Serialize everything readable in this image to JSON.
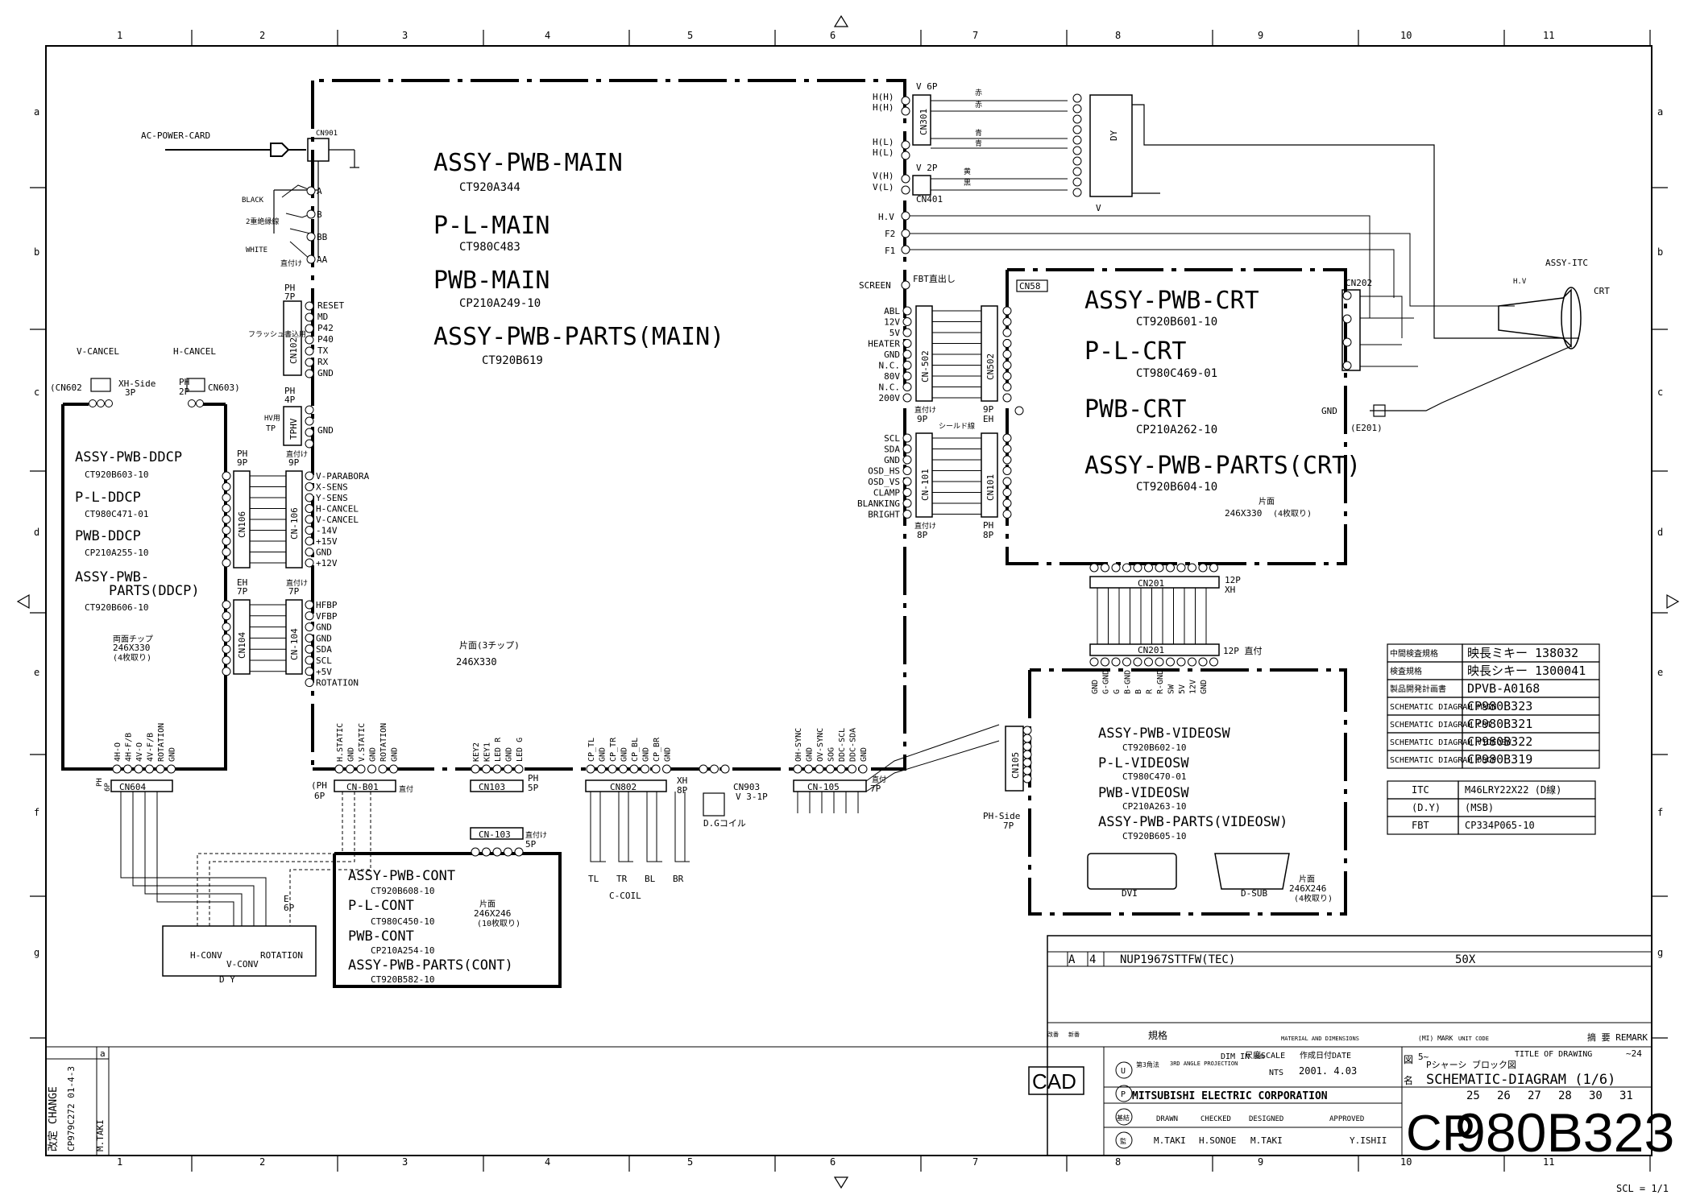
{
  "grid": {
    "cols": [
      "1",
      "2",
      "3",
      "4",
      "5",
      "6",
      "7",
      "8",
      "9",
      "10",
      "11"
    ],
    "rows": [
      "a",
      "b",
      "c",
      "d",
      "e",
      "f",
      "g"
    ]
  },
  "main": {
    "titles": [
      "ASSY-PWB-MAIN",
      "P-L-MAIN",
      "PWB-MAIN",
      "ASSY-PWB-PARTS(MAIN)"
    ],
    "codes": [
      "CT920A344",
      "CT980C483",
      "CP210A249-10",
      "CT920B619"
    ],
    "note": "片面(3チップ)",
    "size": "246X330"
  },
  "power": {
    "ac_label": "AC-POWER-CARD",
    "cn901": "CN901",
    "pins": [
      "A",
      "B",
      "BB",
      "AA"
    ],
    "black": "BLACK",
    "insulation": "2重絶縁線",
    "white": "WHITE",
    "direct": "直付け"
  },
  "cn102": {
    "hdr1": "PH",
    "hdr2": "7P",
    "name": "CN102",
    "flash": "フラッシュ書込用",
    "signals": [
      "RESET",
      "MD",
      "P42",
      "P40",
      "TX",
      "RX",
      "GND"
    ]
  },
  "tphv": {
    "hdr1": "PH",
    "hdr2": "4P",
    "name": "TPHV",
    "side1": "HV用",
    "side2": "TP",
    "signals": [
      "GND"
    ]
  },
  "ddcp": {
    "vcancel": "V-CANCEL",
    "hcancel": "H-CANCEL",
    "cn602": "(CN602",
    "xh_side": "XH-Side",
    "p3": "3P",
    "ph": "PH",
    "p2": "2P",
    "cn603": "CN603)",
    "titles": [
      "ASSY-PWB-DDCP",
      "P-L-DDCP",
      "PWB-DDCP",
      "ASSY-PWB-",
      "PARTS(DDCP)"
    ],
    "codes": [
      "CT920B603-10",
      "CT980C471-01",
      "CP210A255-10",
      "CT920B606-10"
    ],
    "note1": "両面チップ",
    "size": "246X330",
    "note2": "(4枚取り)"
  },
  "cn106": {
    "hdrL1": "PH",
    "hdrL2": "9P",
    "hdrR1": "直付け",
    "hdrR2": "9P",
    "left": "CN106",
    "right": "CN-106",
    "signals": [
      "V-PARABORA",
      "X-SENS",
      "Y-SENS",
      "H-CANCEL",
      "V-CANCEL",
      "-14V",
      "+15V",
      "GND",
      "+12V"
    ]
  },
  "cn104": {
    "hdrL1": "EH",
    "hdrL2": "7P",
    "hdrR1": "直付け",
    "hdrR2": "7P",
    "left": "CN104",
    "right": "CN-104",
    "signals": [
      "HFBP",
      "VFBP",
      "GND",
      "GND",
      "SDA",
      "SCL",
      "+5V",
      "ROTATION"
    ]
  },
  "cn604": {
    "name": "CN604",
    "side1": "PH",
    "side2": "6P",
    "signals": [
      "4H-O",
      "4H-F/B",
      "4V-O",
      "4V-F/B",
      "ROTATION",
      "GND"
    ]
  },
  "cnb01": {
    "name": "CN-B01",
    "side1": "(PH",
    "side2": "6P",
    "side3": "直付",
    "signals": [
      "H.STATIC",
      "GND",
      "V.STATIC",
      "GND",
      "ROTATION",
      "GND"
    ]
  },
  "cn103": {
    "name": "CN103",
    "name2": "CN-103",
    "side1": "PH",
    "side2": "5P",
    "side3": "直付け",
    "side4": "5P",
    "signals": [
      "KEY2",
      "KEY1",
      "LED R",
      "GND",
      "LED G"
    ]
  },
  "cn802": {
    "name": "CN802",
    "side1": "XH",
    "side2": "8P",
    "signals": [
      "CP_TL",
      "GND",
      "CP_TR",
      "GND",
      "CP_BL",
      "GND",
      "CP_BR",
      "GND"
    ],
    "coils": [
      "TL",
      "TR",
      "BL",
      "BR"
    ],
    "title": "C-COIL"
  },
  "cn903": {
    "name": "CN903",
    "type": "V 3-1P",
    "coil": "D.Gコイル"
  },
  "cn105m": {
    "name": "CN-105",
    "side1": "直付",
    "side2": "7P",
    "signals": [
      "OH-SYNC",
      "GND",
      "OV-SYNC",
      "SOG",
      "DDC-SCL",
      "DDC-SDA",
      "GND"
    ]
  },
  "dy": {
    "hconv": "H-CONV",
    "vconv": "V-CONV",
    "rotation": "ROTATION",
    "label": "D  Y",
    "e": "E",
    "p": "6P"
  },
  "cont": {
    "titles": [
      "ASSY-PWB-CONT",
      "P-L-CONT",
      "PWB-CONT",
      "ASSY-PWB-PARTS(CONT)"
    ],
    "codes": [
      "CT920B608-10",
      "CT980C450-10",
      "CP210A254-10",
      "CT920B582-10"
    ],
    "note": "片面",
    "size": "246X246",
    "note2": "(10枚取り)"
  },
  "deflection": {
    "cn301_hdr": "V  6P",
    "cn301": "CN301",
    "h_pins": [
      "H(H)",
      "H(H)",
      "H(L)",
      "H(L)"
    ],
    "cn401_hdr": "V  2P",
    "cn401": "CN401",
    "v_pins": [
      "V(H)",
      "V(L)"
    ],
    "wire_colors": [
      "赤",
      "赤",
      "青",
      "青",
      "黄",
      "黒"
    ],
    "dy": "DY",
    "v": "V",
    "hv": "H.V",
    "f2": "F2",
    "f1": "F1"
  },
  "crt": {
    "screen": "SCREEN",
    "fbt": "FBT直出し",
    "cn58": "CN58",
    "titles": [
      "ASSY-PWB-CRT",
      "P-L-CRT",
      "PWB-CRT",
      "ASSY-PWB-PARTS(CRT)"
    ],
    "codes": [
      "CT920B601-10",
      "CT980C469-01",
      "CP210A262-10",
      "CT920B604-10"
    ],
    "note": "片面",
    "size": "246X330",
    "note2": "(4枚取り)",
    "cn202": "CN202",
    "gnd": "GND",
    "e201": "(E201)",
    "assy_itc": "ASSY-ITC",
    "hv": "H.V",
    "crt": "CRT"
  },
  "cn502": {
    "left": "CN-502",
    "right": "CN502",
    "lhdr1": "直付け",
    "lhdr2": "9P",
    "rhdr1": "9P",
    "rhdr2": "EH",
    "signals": [
      "ABL",
      "12V",
      "5V",
      "HEATER",
      "GND",
      "N.C.",
      "80V",
      "N.C.",
      "200V"
    ]
  },
  "cn101": {
    "left": "CN-101",
    "right": "CN101",
    "lhdr1": "直付け",
    "lhdr2": "8P",
    "rhdr1": "PH",
    "rhdr2": "8P",
    "shield": "シールド線",
    "signals": [
      "SCL",
      "SDA",
      "GND",
      "OSD_HS",
      "OSD_VS",
      "CLAMP",
      "BLANKING",
      "BRIGHT"
    ]
  },
  "cn201": {
    "name": "CN201",
    "hdr1": "12P",
    "hdr2": "XH",
    "hdr3": "12P 直付",
    "signals": [
      "GND",
      "G-GND",
      "G",
      "B-GND",
      "B",
      "R",
      "R-GND",
      "SW",
      "5V",
      "12V",
      "GND"
    ]
  },
  "videosw": {
    "cn105": "CN105",
    "side1": "PH-Side",
    "side2": "7P",
    "titles": [
      "ASSY-PWB-VIDEOSW",
      "P-L-VIDEOSW",
      "PWB-VIDEOSW",
      "ASSY-PWB-PARTS(VIDEOSW)"
    ],
    "codes": [
      "CT920B602-10",
      "CT980C470-01",
      "CP210A263-10",
      "CT920B605-10"
    ],
    "note": "片面",
    "size": "246X246",
    "note2": "(4枚取り)",
    "dvi": "DVI",
    "dsub": "D-SUB"
  },
  "spec_table": {
    "rows": [
      [
        "中間検査規格",
        "映長ミキー 138032"
      ],
      [
        "検査規格",
        "映長シキー 1300041"
      ],
      [
        "製品開発計画書",
        "DPVB-A0168"
      ],
      [
        "SCHEMATIC DIAGRAM MAIN",
        "CP980B323"
      ],
      [
        "SCHEMATIC DIAGRAM CRT",
        "CP980B321"
      ],
      [
        "SCHEMATIC DIAGRAM VIDEOSW",
        "CP980B322"
      ],
      [
        "SCHEMATIC DIAGRAM DDCP",
        "CP980B319"
      ]
    ]
  },
  "parts_table": {
    "rows": [
      [
        "ITC",
        "M46LRY22X22 (D線)"
      ],
      [
        "(D.Y)",
        "(MSB)"
      ],
      [
        "FBT",
        "CP334P065-10"
      ]
    ]
  },
  "title_block": {
    "rev_a": "A",
    "rev_4": "4",
    "model": "NUP1967STTFW(TEC)",
    "qty": "50X",
    "hdr_change": "改番",
    "hdr_new": "新番",
    "hdr_kikaku": "規格",
    "hdr_material": "MATERIAL AND DIMENSIONS",
    "hdr_mark": "(MI) MARK",
    "hdr_unit": "UNIT CODE",
    "hdr_remark": "摘 要 REMARK",
    "angle": "第3角法",
    "proj": "3RD ANGLE PROJECTION",
    "dim": "DIM IN mm",
    "scale": "尺度SCALE",
    "nts": "NTS",
    "date_hdr": "作成日付DATE",
    "date": "2001. 4.03",
    "zu": "図",
    "mei": "名",
    "title_hdr": "TITLE OF DRAWING",
    "title_jp": "Pシャーシ ブロック図",
    "title_range": "5~",
    "title_range2": "~24",
    "title": "SCHEMATIC-DIAGRAM (1/6)",
    "company": "MITSUBISHI ELECTRIC CORPORATION",
    "drawn": "DRAWN",
    "checked": "CHECKED",
    "designed": "DESIGNED",
    "approved": "APPROVED",
    "drawn_name": "M.TAKI",
    "checked_name": "H.SONOE",
    "designed_name": "M.TAKI",
    "approved_name": "Y.ISHII",
    "cp": "CP",
    "docnum": "980B323",
    "sheet_nums": [
      "25",
      "26",
      "27",
      "28",
      "30",
      "31"
    ],
    "cad": "CAD",
    "change_label": "改定 CHANGE",
    "change_ref": "CP979C272 01-4-3",
    "change_name": "M.TAKI",
    "change_a": "a",
    "scl": "SCL = 1/1",
    "stamps": [
      "U",
      "P",
      "基結",
      "監"
    ]
  }
}
